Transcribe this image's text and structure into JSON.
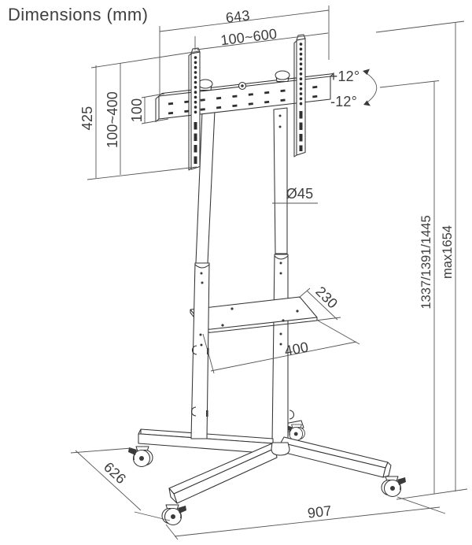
{
  "title": "Dimensions (mm)",
  "colors": {
    "background": "#ffffff",
    "line": "#333333",
    "dimension_line": "#555555",
    "text": "#3d3d3d"
  },
  "dimension_labels": {
    "mount_width": "643",
    "vesa_width_range": "100~600",
    "bracket_height": "425",
    "vesa_height_range": "100~400",
    "rail_height": "100",
    "tilt_up": "+12°",
    "tilt_down": "-12°",
    "pole_diameter": "Ø45",
    "shelf_depth": "230",
    "shelf_width": "400",
    "display_heights": "1337/1391/1445",
    "max_height": "max1654",
    "base_depth": "626",
    "base_width": "907"
  }
}
